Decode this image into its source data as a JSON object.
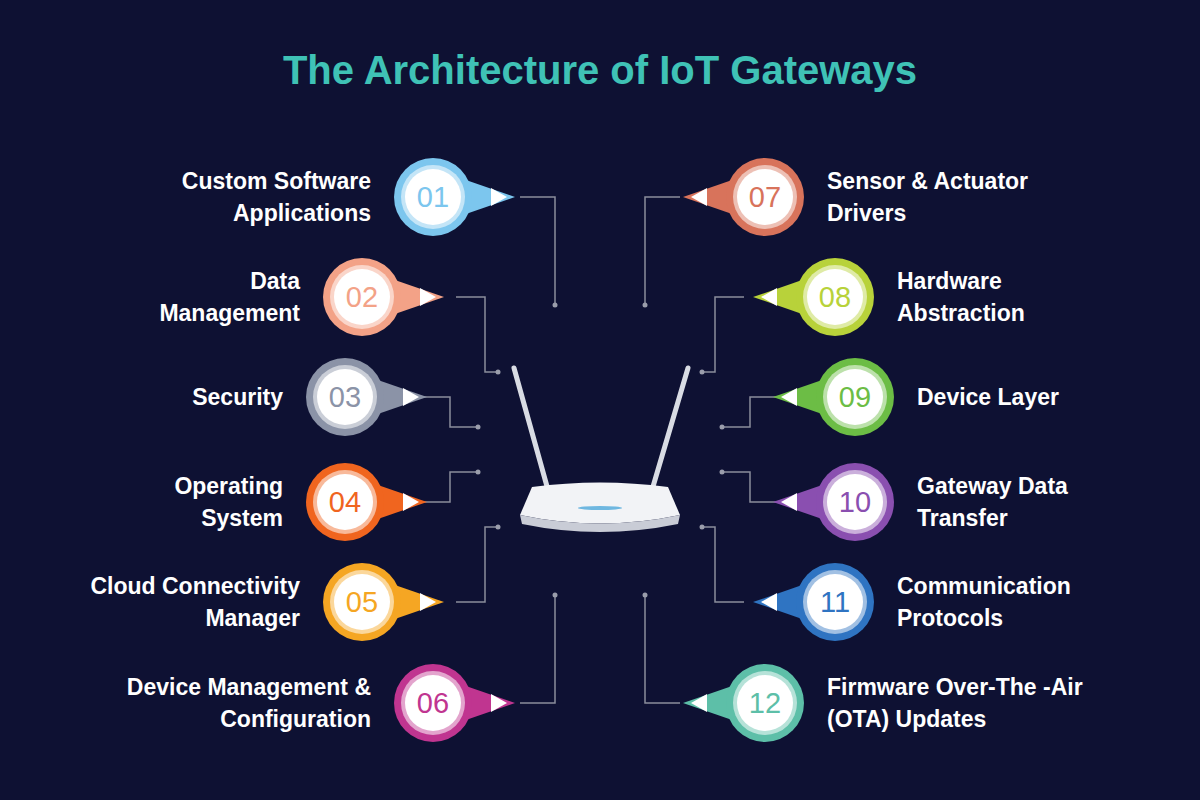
{
  "diagram": {
    "title": "The Architecture of IoT Gateways",
    "nodes": [
      {
        "text": [
          "Custom Software Applications",
          "01"
        ]
      },
      {
        "text": [
          "Data Management",
          "02"
        ]
      },
      {
        "text": [
          "Security",
          "03"
        ]
      },
      {
        "text": [
          "Operating System",
          "04"
        ]
      },
      {
        "text": [
          "Cloud Connectivity Manager",
          "05"
        ]
      },
      {
        "text": [
          "Device Management & Configuration",
          "06"
        ]
      },
      {
        "text": [
          "Sensor & Actuator Drivers",
          "07"
        ]
      },
      {
        "text": [
          "Hardware Abstraction",
          "08"
        ]
      },
      {
        "text": [
          "Device Layer",
          "09"
        ]
      },
      {
        "text": [
          "Gateway Data Transfer",
          "10"
        ]
      },
      {
        "text": [
          "Communication Protocols",
          "11"
        ]
      },
      {
        "text": [
          "Firmware Over-The -Air (OTA) Updates",
          "12"
        ]
      }
    ]
  }
}
